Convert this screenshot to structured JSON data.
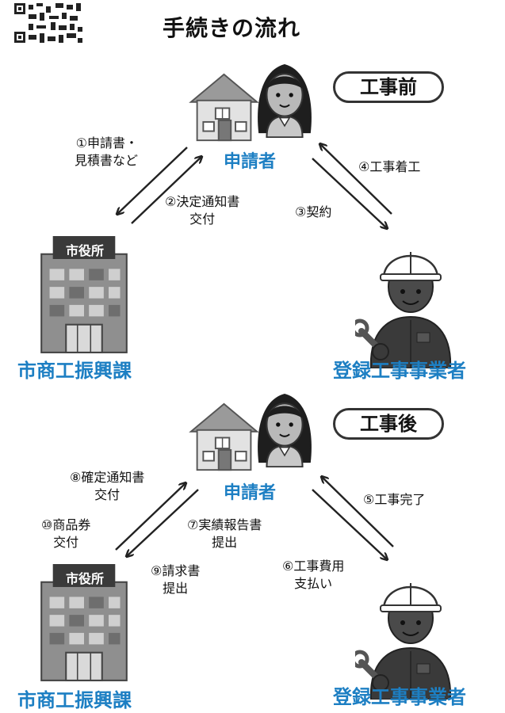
{
  "title": "手続きの流れ",
  "phases": [
    {
      "pill": "工事前",
      "applicant": "申請者",
      "city": "市商工振興課",
      "contractor": "登録工事事業者",
      "city_sign": "市役所",
      "steps": {
        "s1": "①申請書・\n見積書など",
        "s2": "②決定通知書\n交付",
        "s3": "③契約",
        "s4": "④工事着工"
      }
    },
    {
      "pill": "工事後",
      "applicant": "申請者",
      "city": "市商工振興課",
      "contractor": "登録工事事業者",
      "city_sign": "市役所",
      "steps": {
        "s8": "⑧確定通知書\n交付",
        "s10": "⑩商品券\n交付",
        "s7": "⑦実績報告書\n提出",
        "s9": "⑨請求書\n提出",
        "s5": "⑤工事完了",
        "s6": "⑥工事費用\n支払い"
      }
    }
  ],
  "colors": {
    "accent_blue": "#1d7fc3",
    "building_gray": "#8a8a8a",
    "dark": "#333333"
  }
}
